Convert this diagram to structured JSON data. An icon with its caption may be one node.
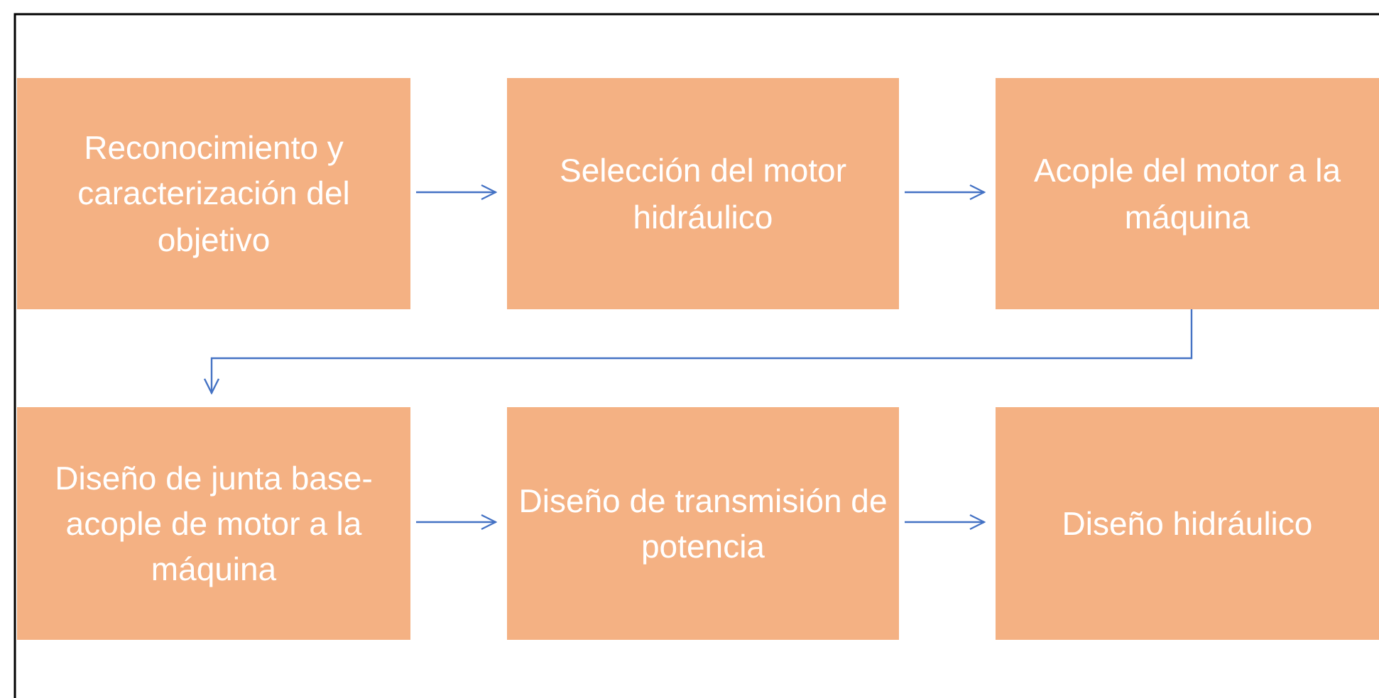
{
  "diagram": {
    "nodes": [
      {
        "text": [
          "Reconocimiento y caracterización del objetivo"
        ]
      },
      {
        "text": [
          "Selección del motor hidráulico"
        ]
      },
      {
        "text": [
          "Acople del motor a la máquina"
        ]
      },
      {
        "text": [
          "Diseño de junta base-acople de motor a la máquina"
        ]
      },
      {
        "text": [
          "Diseño de transmisión de potencia"
        ]
      },
      {
        "text": [
          "Diseño hidráulico"
        ]
      }
    ],
    "edges": [
      {
        "from": 0,
        "to": 1,
        "arrow": "to"
      },
      {
        "from": 1,
        "to": 2,
        "arrow": "to"
      },
      {
        "from": 2,
        "to": 3,
        "arrow": "to"
      },
      {
        "from": 3,
        "to": 4,
        "arrow": "to"
      },
      {
        "from": 4,
        "to": 5,
        "arrow": "to"
      }
    ]
  }
}
